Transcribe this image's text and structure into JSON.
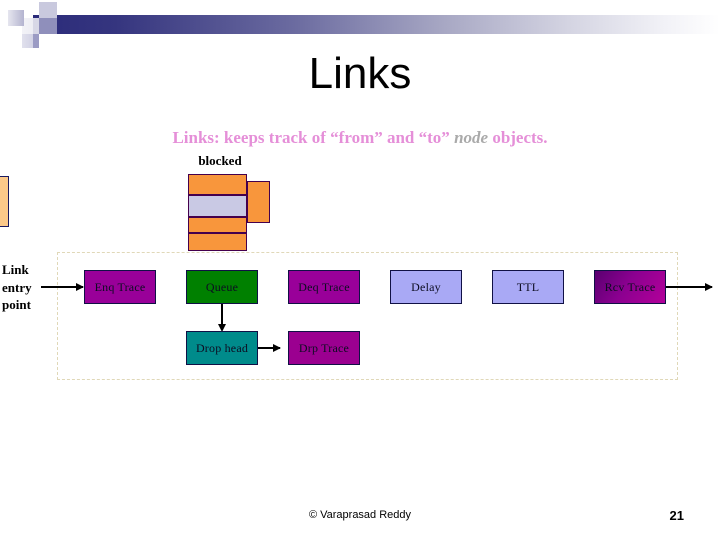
{
  "slide": {
    "title": "Links",
    "subtitle_parts": {
      "before": "Links: keeps track of “from” and “to” ",
      "italic": "node",
      "after": " objects."
    },
    "page_number": "21",
    "credit": "©  Varaprasad Reddy"
  },
  "queue_diagram": {
    "label": "blocked",
    "cells": [
      {
        "name": "queue-cell-1",
        "fill": "#f8963c",
        "type": "orange"
      },
      {
        "name": "queue-cell-2",
        "fill": "#c9c9e4",
        "type": "lavender"
      },
      {
        "name": "queue-cell-3",
        "fill": "#f8963c",
        "type": "orange"
      },
      {
        "name": "queue-cell-4",
        "fill": "#f8963c",
        "type": "orange"
      }
    ],
    "side_packet_fill": "#f8963c",
    "left_edge_packet_fill": "#fbc98a"
  },
  "entry_point": {
    "line1": "Link",
    "line2": "entry",
    "line3": "point"
  },
  "flow": {
    "top_row": [
      {
        "label": "Enq Trace",
        "color": "#990099"
      },
      {
        "label": "Queue",
        "color": "#008000"
      },
      {
        "label": "Deq Trace",
        "color": "#990099"
      },
      {
        "label": "Delay",
        "color": "#a9a9f5"
      },
      {
        "label": "TTL",
        "color": "#a9a9f5"
      },
      {
        "label": "Rcv Trace",
        "color": "#990099"
      }
    ],
    "bottom_row": [
      {
        "label": "Drop head",
        "color": "#008b8b"
      },
      {
        "label": "Drp Trace",
        "color": "#9b0090"
      }
    ]
  },
  "colors": {
    "header_gradient_start": "#2b2b7a",
    "accent_square": "#191970",
    "subtitle_pink": "#e58fd8",
    "dashed_border": "#e0d8b8",
    "box_border": "#101045"
  }
}
